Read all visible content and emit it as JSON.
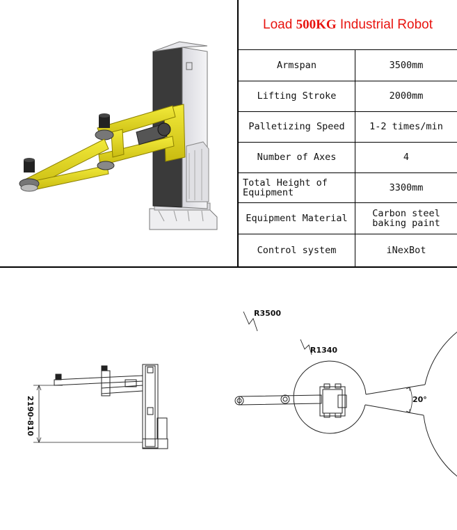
{
  "title": {
    "prefix": "Load ",
    "bold": "500KG",
    "suffix": " Industrial Robot"
  },
  "specs": [
    {
      "label": "Armspan",
      "value": "3500mm"
    },
    {
      "label": "Lifting Stroke",
      "value": "2000mm"
    },
    {
      "label": "Palletizing Speed",
      "value": "1-2 times/min"
    },
    {
      "label": "Number of Axes",
      "value": "4"
    },
    {
      "label": "Total Height of\nEquipment",
      "value": "3300mm"
    },
    {
      "label": "Equipment Material",
      "value": "Carbon steel\nbaking paint"
    },
    {
      "label": "Control system",
      "value": "iNexBot"
    }
  ],
  "drawings": {
    "side_dimension": "2190-810",
    "outer_radius": "R3500",
    "inner_radius": "R1340",
    "opening_angle": "20°"
  },
  "colors": {
    "title_red": "#e8140f",
    "arm_yellow": "#e9de1a",
    "column_dark": "#3a3a3a",
    "column_light": "#e8e8ec"
  }
}
